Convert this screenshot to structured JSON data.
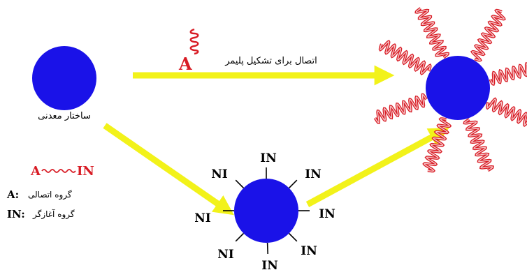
{
  "colors": {
    "core": "#1a12e8",
    "arrow": "#f2f21a",
    "polymer": "#d81c25",
    "polymer_fill": "#f6c9cb",
    "ink": "#000000"
  },
  "labels": {
    "core_caption": "ساختار معدنی",
    "top_arrow_caption": "اتصال برای تشکیل پلیمر",
    "anchor_letter": "A",
    "legend_chain_start": "A",
    "legend_chain_end": "IN",
    "legend_a_key": "A:",
    "legend_a_text": "گروه اتصالی",
    "legend_in_key": "IN:",
    "legend_in_text": "گروه آغازگر"
  },
  "initiator_labels": [
    "IN",
    "IN",
    "IN",
    "IN",
    "IN",
    "NI",
    "NI",
    "NI"
  ]
}
